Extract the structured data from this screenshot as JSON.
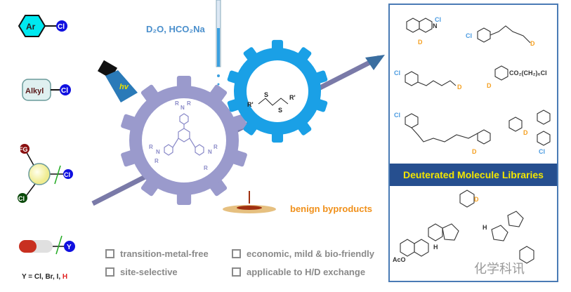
{
  "substrates": {
    "aryl": {
      "group": "Ar",
      "atom": "Cl"
    },
    "alkyl": {
      "group": "Alkyl",
      "atom": "Cl"
    },
    "poly": {
      "fg": "FG",
      "atom1": "Cl",
      "atom2": "Cl"
    },
    "capsule": {
      "atom": "Y"
    },
    "y_definition": "Y = Cl, Br, I, ",
    "y_highlight": "H"
  },
  "reagents": "D₂O, HCO₂Na",
  "light_label": "hv",
  "catalyst": {
    "r": "R",
    "n": "N"
  },
  "disulfide": {
    "r": "R'",
    "s": "S"
  },
  "byproducts": "benign byproducts",
  "features": [
    "transition-metal-free",
    "site-selective",
    "economic, mild & bio-friendly",
    "applicable to H/D exchange"
  ],
  "library": {
    "banner": "Deuterated Molecule  Libraries",
    "d": "D",
    "cl": "Cl",
    "n": "N",
    "o": "O",
    "h": "H",
    "ester_chain": "CO₂(CH₂)₆Cl",
    "aco": "AcO"
  },
  "watermark": "化学科讯",
  "colors": {
    "gear_purple": "#9a9acc",
    "gear_blue": "#1aa0e6",
    "banner": "#264f8f",
    "banner_text": "#f2e600",
    "deuterium": "#f5a020",
    "chlorine": "#4a9ae0"
  }
}
